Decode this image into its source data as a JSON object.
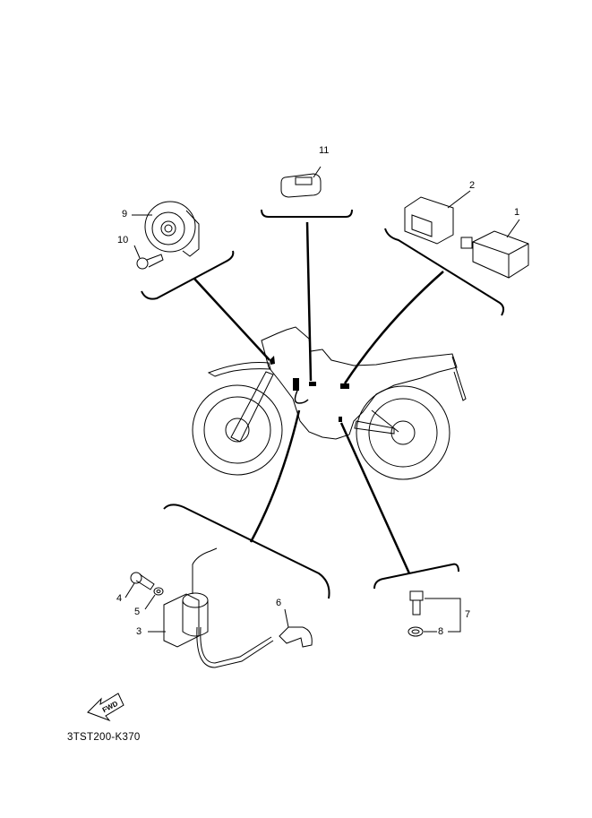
{
  "diagram": {
    "part_callouts": [
      "1",
      "2",
      "3",
      "4",
      "5",
      "6",
      "7",
      "8",
      "9",
      "10",
      "11"
    ],
    "fwd_arrow_label": "FWD",
    "drawing_code": "3TST200-K370"
  }
}
